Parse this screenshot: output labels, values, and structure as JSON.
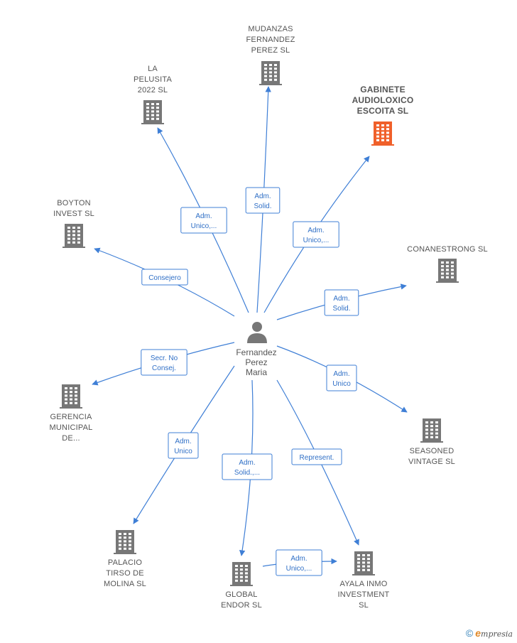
{
  "center": {
    "name_lines": [
      "Fernandez",
      "Perez",
      "Maria"
    ],
    "icon": "person-icon"
  },
  "colors": {
    "edge": "#3f7fd6",
    "building": "#777777",
    "highlight": "#f0602a"
  },
  "nodes": [
    {
      "id": "mudanzas",
      "lines": [
        "MUDANZAS",
        "FERNANDEZ",
        "PEREZ  SL"
      ],
      "highlight": false
    },
    {
      "id": "pelusita",
      "lines": [
        "LA",
        "PELUSITA",
        "2022  SL"
      ],
      "highlight": false
    },
    {
      "id": "gabinete",
      "lines": [
        "GABINETE",
        "AUDIOLOXICO",
        "ESCOITA  SL"
      ],
      "highlight": true
    },
    {
      "id": "boyton",
      "lines": [
        "BOYTON",
        "INVEST  SL"
      ],
      "highlight": false
    },
    {
      "id": "conanestrong",
      "lines": [
        "CONANESTRONG SL"
      ],
      "highlight": false
    },
    {
      "id": "gerencia",
      "lines": [
        "GERENCIA",
        "MUNICIPAL",
        "DE..."
      ],
      "highlight": false
    },
    {
      "id": "seasoned",
      "lines": [
        "SEASONED",
        "VINTAGE  SL"
      ],
      "highlight": false
    },
    {
      "id": "palacio",
      "lines": [
        "PALACIO",
        "TIRSO DE",
        "MOLINA  SL"
      ],
      "highlight": false
    },
    {
      "id": "global",
      "lines": [
        "GLOBAL",
        "ENDOR  SL"
      ],
      "highlight": false
    },
    {
      "id": "ayala",
      "lines": [
        "AYALA INMO",
        "INVESTMENT",
        "SL"
      ],
      "highlight": false
    }
  ],
  "edges": [
    {
      "to": "mudanzas",
      "label": [
        "Adm.",
        "Solid."
      ]
    },
    {
      "to": "pelusita",
      "label": [
        "Adm.",
        "Unico,..."
      ]
    },
    {
      "to": "gabinete",
      "label": [
        "Adm.",
        "Unico,..."
      ]
    },
    {
      "to": "boyton",
      "label": [
        "Consejero"
      ]
    },
    {
      "to": "conanestrong",
      "label": [
        "Adm.",
        "Solid."
      ]
    },
    {
      "to": "gerencia",
      "label": [
        "Secr.  No",
        "Consej."
      ]
    },
    {
      "to": "seasoned",
      "label": [
        "Adm.",
        "Unico"
      ]
    },
    {
      "to": "palacio",
      "label": [
        "Adm.",
        "Unico"
      ]
    },
    {
      "to": "global",
      "label": [
        "Adm.",
        "Solid.,..."
      ]
    },
    {
      "to": "ayala",
      "label": [
        "Represent."
      ]
    },
    {
      "from": "global",
      "to": "ayala",
      "label": [
        "Adm.",
        "Unico,..."
      ]
    }
  ],
  "footer": {
    "copyright": "©",
    "brand_initial": "e",
    "brand_rest": "mpresia"
  }
}
